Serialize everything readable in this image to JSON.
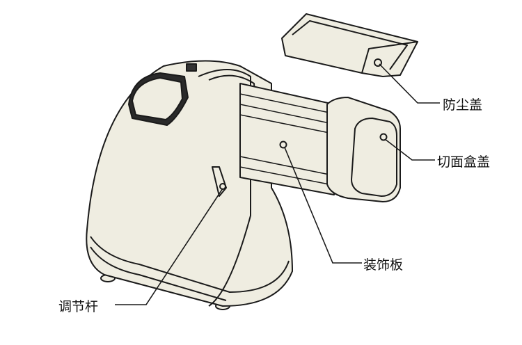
{
  "colors": {
    "body_fill": "#efede1",
    "stroke": "#1a1a1a",
    "background": "#ffffff"
  },
  "labels": {
    "dust_cover": "防尘盖",
    "cutting_box_cover": "切面盒盖",
    "decorative_plate": "装饰板",
    "adjust_lever": "调节杆"
  }
}
